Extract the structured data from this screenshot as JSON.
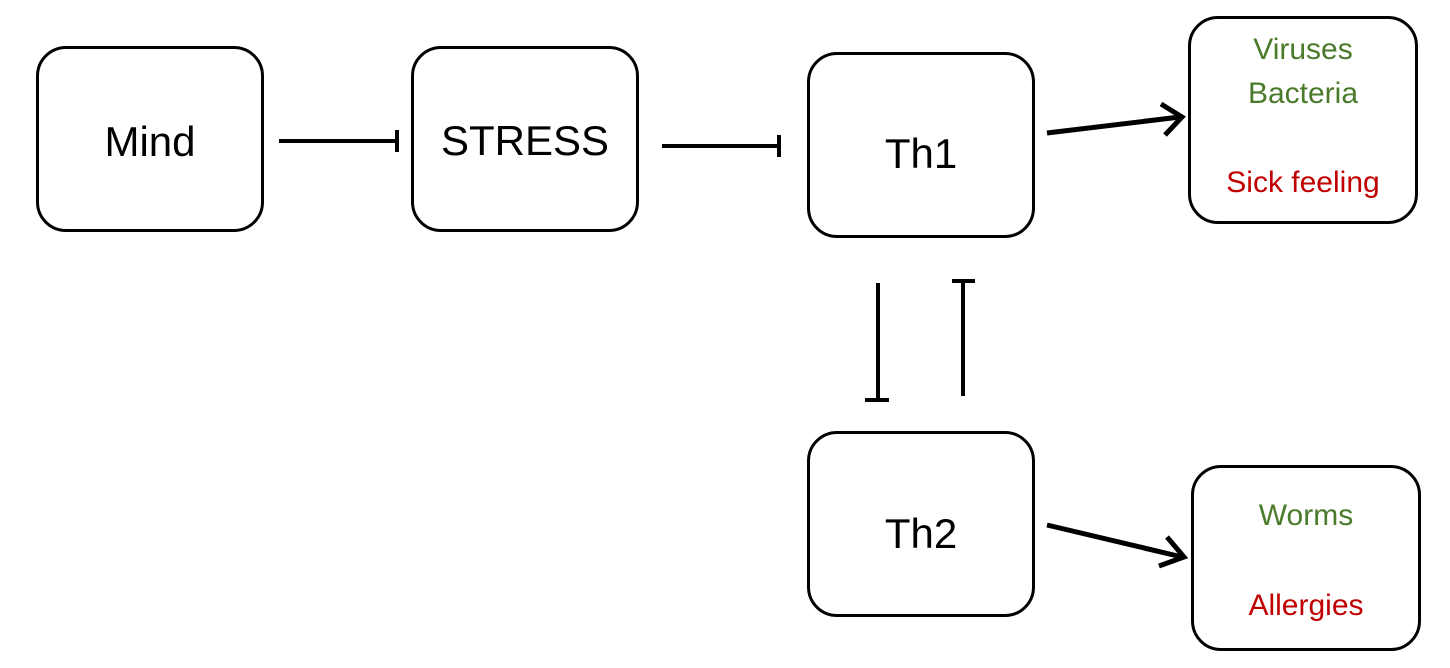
{
  "colors": {
    "pathogen": "#4a7a2a",
    "symptom": "#c00000",
    "line": "#000000"
  },
  "nodes": {
    "mind": {
      "label": "Mind"
    },
    "stress": {
      "label": "STRESS"
    },
    "th1": {
      "label": "Th1"
    },
    "th2": {
      "label": "Th2"
    }
  },
  "outcomes": {
    "th1": {
      "pathogens": [
        "Viruses",
        "Bacteria"
      ],
      "symptoms": [
        "Sick feeling"
      ]
    },
    "th2": {
      "pathogens": [
        "Worms"
      ],
      "symptoms": [
        "Allergies"
      ]
    }
  },
  "edges": [
    {
      "from": "mind",
      "to": "stress",
      "type": "inhibits"
    },
    {
      "from": "stress",
      "to": "th1",
      "type": "inhibits"
    },
    {
      "from": "th1",
      "to": "th2",
      "type": "inhibits"
    },
    {
      "from": "th2",
      "to": "th1",
      "type": "inhibits"
    },
    {
      "from": "th1",
      "to": "th1_outcomes",
      "type": "activates"
    },
    {
      "from": "th2",
      "to": "th2_outcomes",
      "type": "activates"
    }
  ]
}
